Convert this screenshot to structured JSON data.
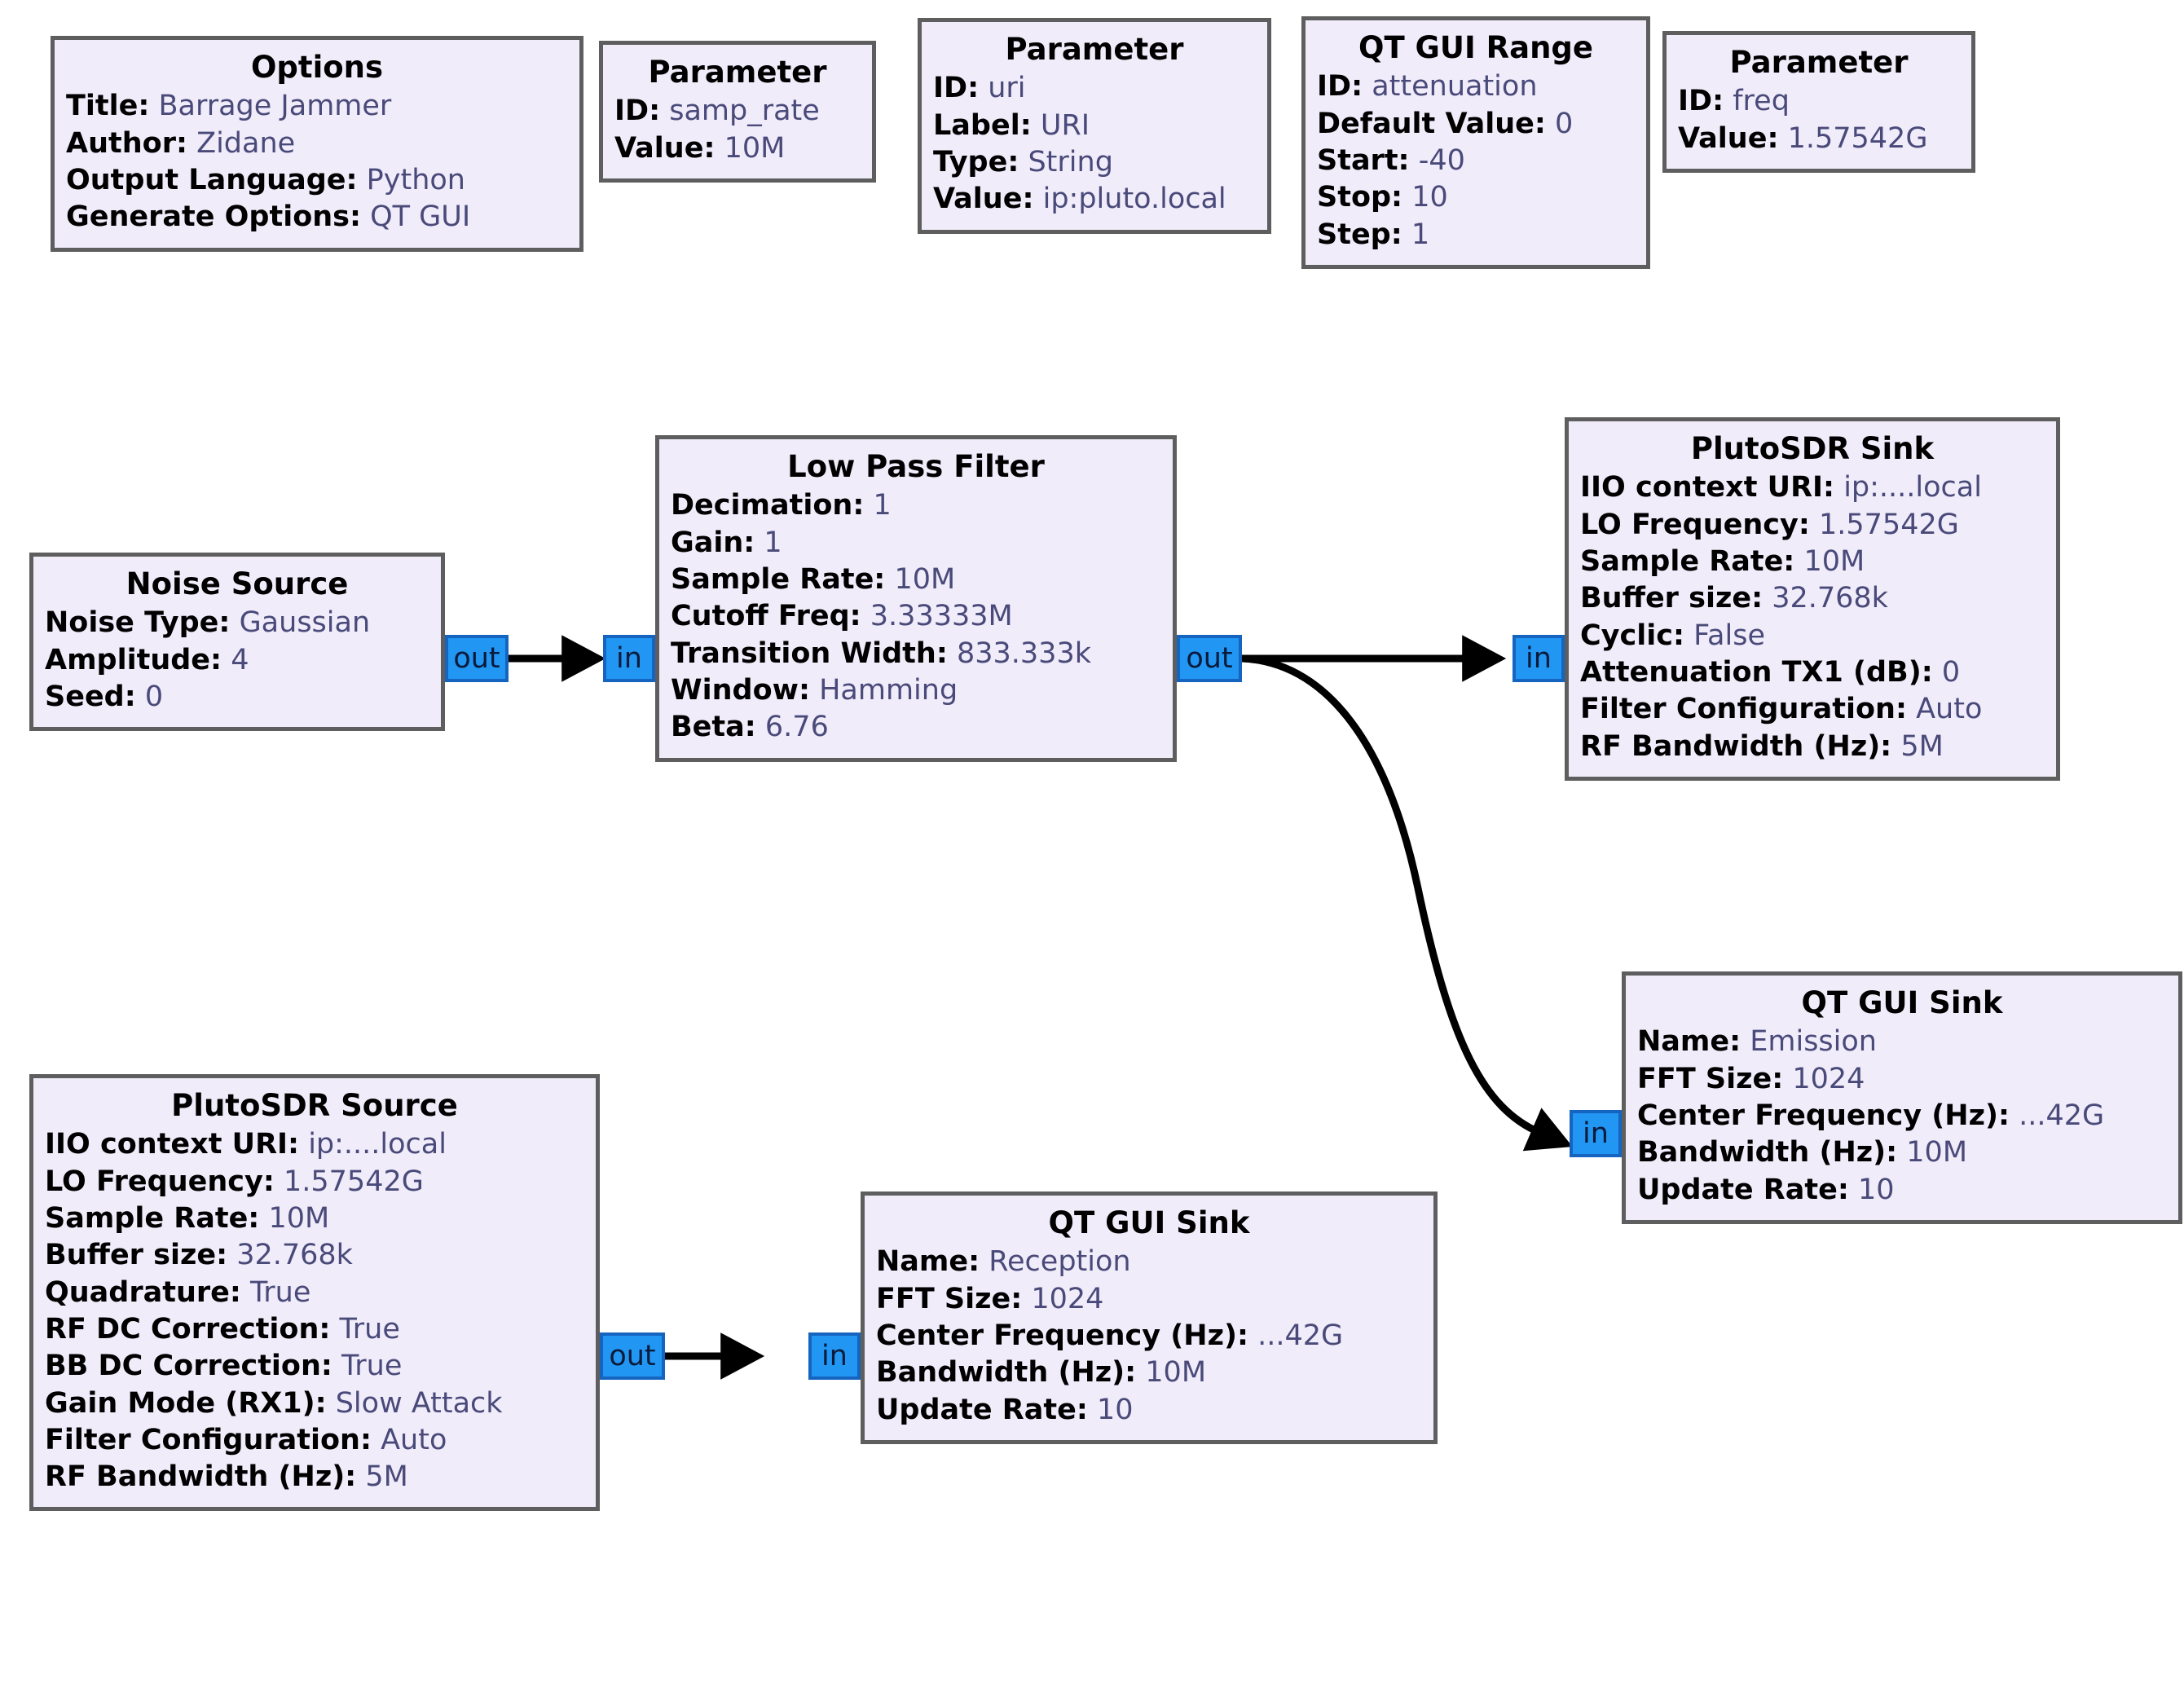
{
  "app": {
    "name": "GNU Radio Companion flowgraph",
    "canvas_background": "#ffffff",
    "block_fill": "#f0ecfa",
    "block_border": "#5e5e5e",
    "port_fill": "#2196f3",
    "port_border": "#1565c0",
    "wire_color": "#000000"
  },
  "blocks": {
    "options": {
      "title": "Options",
      "params": [
        {
          "key": "Title:",
          "value": "Barrage Jammer"
        },
        {
          "key": "Author:",
          "value": "Zidane"
        },
        {
          "key": "Output Language:",
          "value": "Python"
        },
        {
          "key": "Generate Options:",
          "value": "QT GUI"
        }
      ]
    },
    "param_samp_rate": {
      "title": "Parameter",
      "params": [
        {
          "key": "ID:",
          "value": "samp_rate"
        },
        {
          "key": "Value:",
          "value": "10M"
        }
      ]
    },
    "param_uri": {
      "title": "Parameter",
      "params": [
        {
          "key": "ID:",
          "value": "uri"
        },
        {
          "key": "Label:",
          "value": "URI"
        },
        {
          "key": "Type:",
          "value": "String"
        },
        {
          "key": "Value:",
          "value": "ip:pluto.local"
        }
      ]
    },
    "qt_gui_range": {
      "title": "QT GUI Range",
      "params": [
        {
          "key": "ID:",
          "value": "attenuation"
        },
        {
          "key": "Default Value:",
          "value": "0"
        },
        {
          "key": "Start:",
          "value": "-40"
        },
        {
          "key": "Stop:",
          "value": "10"
        },
        {
          "key": "Step:",
          "value": "1"
        }
      ]
    },
    "param_freq": {
      "title": "Parameter",
      "params": [
        {
          "key": "ID:",
          "value": "freq"
        },
        {
          "key": "Value:",
          "value": "1.57542G"
        }
      ]
    },
    "noise_source": {
      "title": "Noise Source",
      "params": [
        {
          "key": "Noise Type:",
          "value": "Gaussian"
        },
        {
          "key": "Amplitude:",
          "value": "4"
        },
        {
          "key": "Seed:",
          "value": "0"
        }
      ],
      "ports": {
        "out": "out"
      }
    },
    "low_pass_filter": {
      "title": "Low Pass Filter",
      "params": [
        {
          "key": "Decimation:",
          "value": "1"
        },
        {
          "key": "Gain:",
          "value": "1"
        },
        {
          "key": "Sample Rate:",
          "value": "10M"
        },
        {
          "key": "Cutoff Freq:",
          "value": "3.33333M"
        },
        {
          "key": "Transition Width:",
          "value": "833.333k"
        },
        {
          "key": "Window:",
          "value": "Hamming"
        },
        {
          "key": "Beta:",
          "value": "6.76"
        }
      ],
      "ports": {
        "in": "in",
        "out": "out"
      }
    },
    "plutosdr_sink": {
      "title": "PlutoSDR Sink",
      "params": [
        {
          "key": "IIO context URI:",
          "value": "ip:....local"
        },
        {
          "key": "LO Frequency:",
          "value": "1.57542G"
        },
        {
          "key": "Sample Rate:",
          "value": "10M"
        },
        {
          "key": "Buffer size:",
          "value": "32.768k"
        },
        {
          "key": "Cyclic:",
          "value": "False"
        },
        {
          "key": "Attenuation TX1 (dB):",
          "value": "0"
        },
        {
          "key": "Filter Configuration:",
          "value": "Auto"
        },
        {
          "key": "RF Bandwidth (Hz):",
          "value": "5M"
        }
      ],
      "ports": {
        "in": "in"
      }
    },
    "plutosdr_source": {
      "title": "PlutoSDR Source",
      "params": [
        {
          "key": "IIO context URI:",
          "value": "ip:....local"
        },
        {
          "key": "LO Frequency:",
          "value": "1.57542G"
        },
        {
          "key": "Sample Rate:",
          "value": "10M"
        },
        {
          "key": "Buffer size:",
          "value": "32.768k"
        },
        {
          "key": "Quadrature:",
          "value": "True"
        },
        {
          "key": "RF DC Correction:",
          "value": "True"
        },
        {
          "key": "BB DC Correction:",
          "value": "True"
        },
        {
          "key": "Gain Mode (RX1):",
          "value": "Slow Attack"
        },
        {
          "key": "Filter Configuration:",
          "value": "Auto"
        },
        {
          "key": "RF Bandwidth (Hz):",
          "value": "5M"
        }
      ],
      "ports": {
        "out": "out"
      }
    },
    "qt_gui_sink_reception": {
      "title": "QT GUI Sink",
      "params": [
        {
          "key": "Name:",
          "value": "Reception"
        },
        {
          "key": "FFT Size:",
          "value": "1024"
        },
        {
          "key": "Center Frequency (Hz):",
          "value": "...42G"
        },
        {
          "key": "Bandwidth (Hz):",
          "value": "10M"
        },
        {
          "key": "Update Rate:",
          "value": "10"
        }
      ],
      "ports": {
        "in": "in"
      }
    },
    "qt_gui_sink_emission": {
      "title": "QT GUI Sink",
      "params": [
        {
          "key": "Name:",
          "value": "Emission"
        },
        {
          "key": "FFT Size:",
          "value": "1024"
        },
        {
          "key": "Center Frequency (Hz):",
          "value": "...42G"
        },
        {
          "key": "Bandwidth (Hz):",
          "value": "10M"
        },
        {
          "key": "Update Rate:",
          "value": "10"
        }
      ],
      "ports": {
        "in": "in"
      }
    }
  },
  "connections": [
    {
      "from": "noise_source.out",
      "to": "low_pass_filter.in",
      "shape": "straight"
    },
    {
      "from": "low_pass_filter.out",
      "to": "plutosdr_sink.in",
      "shape": "straight"
    },
    {
      "from": "low_pass_filter.out",
      "to": "qt_gui_sink_emission.in",
      "shape": "curved"
    },
    {
      "from": "plutosdr_source.out",
      "to": "qt_gui_sink_reception.in",
      "shape": "straight"
    }
  ]
}
